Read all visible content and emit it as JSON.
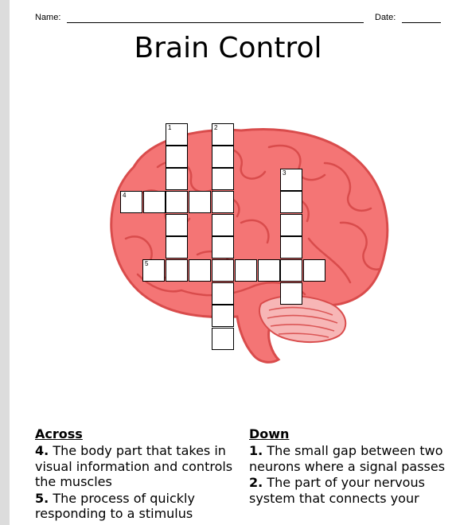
{
  "header": {
    "name_label": "Name:",
    "date_label": "Date:"
  },
  "title": "Brain Control",
  "across": {
    "heading": "Across",
    "clues": [
      {
        "number": "4.",
        "text": "The body part that takes in visual information and controls the muscles"
      },
      {
        "number": "5.",
        "text": "The process of quickly responding to a stimulus"
      }
    ]
  },
  "down": {
    "heading": "Down",
    "clues": [
      {
        "number": "1.",
        "text": "The small gap between two neurons where a signal passes"
      },
      {
        "number": "2.",
        "text": "The part of your nervous system that connects your"
      }
    ]
  },
  "grid_numbers": [
    "1",
    "2",
    "3",
    "4",
    "5"
  ],
  "colors": {
    "brain_fill": "#f47575",
    "brain_dark": "#d94c4c",
    "cerebellum": "#f7b6b6"
  }
}
